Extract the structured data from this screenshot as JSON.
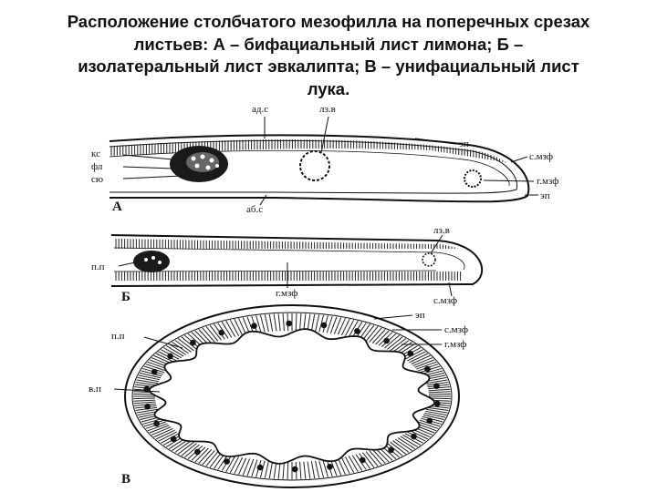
{
  "title_lines": [
    "Расположение столбчатого мезофилла на поперечных срезах",
    "листьев: А – бифациальный лист лимона; Б –",
    "изолатеральный лист эвкалипта; В – унифациальный лист",
    "лука."
  ],
  "diagram_a": {
    "letter": "А",
    "labels": {
      "ad_s": "ад.с",
      "lz_v": "лз.в",
      "ks": "кс",
      "fl": "фл",
      "syu": "сю",
      "ab_s": "аб.с",
      "ep_top": "эп",
      "s_mzf": "с.мзф",
      "g_mzf": "г.мзф",
      "ep_bottom": "эп"
    }
  },
  "diagram_b": {
    "letter": "Б",
    "labels": {
      "lz_v": "лз.в",
      "p_p": "п.п",
      "g_mzf": "г.мзф",
      "s_mzf": "с.мзф"
    }
  },
  "diagram_v": {
    "letter": "В",
    "labels": {
      "ep": "эп",
      "p_p": "п.п",
      "s_mzf": "с.мзф",
      "g_mzf": "г.мзф",
      "v_p": "в.п"
    }
  }
}
